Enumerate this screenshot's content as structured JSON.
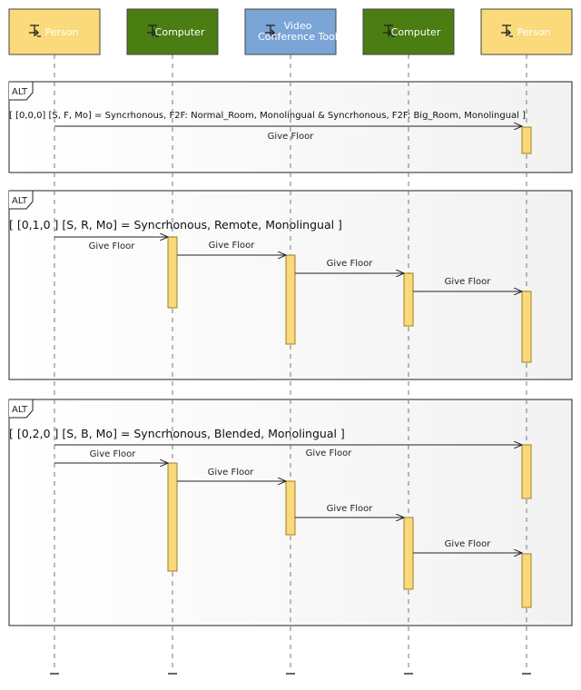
{
  "participants": [
    {
      "id": "p1",
      "label_lines": [
        "Person"
      ],
      "fill": "#fada7a",
      "text_color": "#ffffff"
    },
    {
      "id": "c1",
      "label_lines": [
        "Computer"
      ],
      "fill": "#4a7d12",
      "text_color": "#ffffff"
    },
    {
      "id": "v",
      "label_lines": [
        "Video",
        "Conference Tool"
      ],
      "fill": "#7ba5d6",
      "text_color": "#ffffff"
    },
    {
      "id": "c2",
      "label_lines": [
        "Computer"
      ],
      "fill": "#4a7d12",
      "text_color": "#ffffff"
    },
    {
      "id": "p2",
      "label_lines": [
        "Person"
      ],
      "fill": "#fada7a",
      "text_color": "#ffffff"
    }
  ],
  "colors": {
    "activation_fill": "#fad97b",
    "activation_stroke": "#a08020",
    "lifeline": "#777777",
    "frame_stroke": "#222222",
    "frame_gradient_from": "#ffffff",
    "frame_gradient_to": "#f2f2f2",
    "participant_stroke": "#444444"
  },
  "alt_blocks": [
    {
      "tag": "ALT",
      "condition": "[ [0,0,0] [S, F, Mo] = Syncrhonous, F2F: Normal_Room, Monolingual & Syncrhonous, F2F: Big_Room, Monolingual ]",
      "condition_size": "small",
      "messages": [
        {
          "from": "p1",
          "to": "p2",
          "label": "Give Floor"
        }
      ]
    },
    {
      "tag": "ALT",
      "condition": "[ [0,1,0 ] [S, R, Mo] = Syncrhonous, Remote, Monolingual ]",
      "condition_size": "big",
      "messages": [
        {
          "from": "p1",
          "to": "c1",
          "label": "Give Floor"
        },
        {
          "from": "c1",
          "to": "v",
          "label": "Give Floor"
        },
        {
          "from": "v",
          "to": "c2",
          "label": "Give Floor"
        },
        {
          "from": "c2",
          "to": "p2",
          "label": "Give Floor"
        }
      ]
    },
    {
      "tag": "ALT",
      "condition": "[   [0,2,0 ] [S, B, Mo] = Syncrhonous, Blended, Monolingual ]",
      "condition_size": "big",
      "messages": [
        {
          "from": "p1",
          "to": "p2",
          "label": "Give Floor"
        },
        {
          "from": "p1",
          "to": "c1",
          "label": "Give Floor"
        },
        {
          "from": "c1",
          "to": "v",
          "label": "Give Floor"
        },
        {
          "from": "v",
          "to": "c2",
          "label": "Give Floor"
        },
        {
          "from": "c2",
          "to": "p2",
          "label": "Give Floor"
        }
      ]
    }
  ]
}
